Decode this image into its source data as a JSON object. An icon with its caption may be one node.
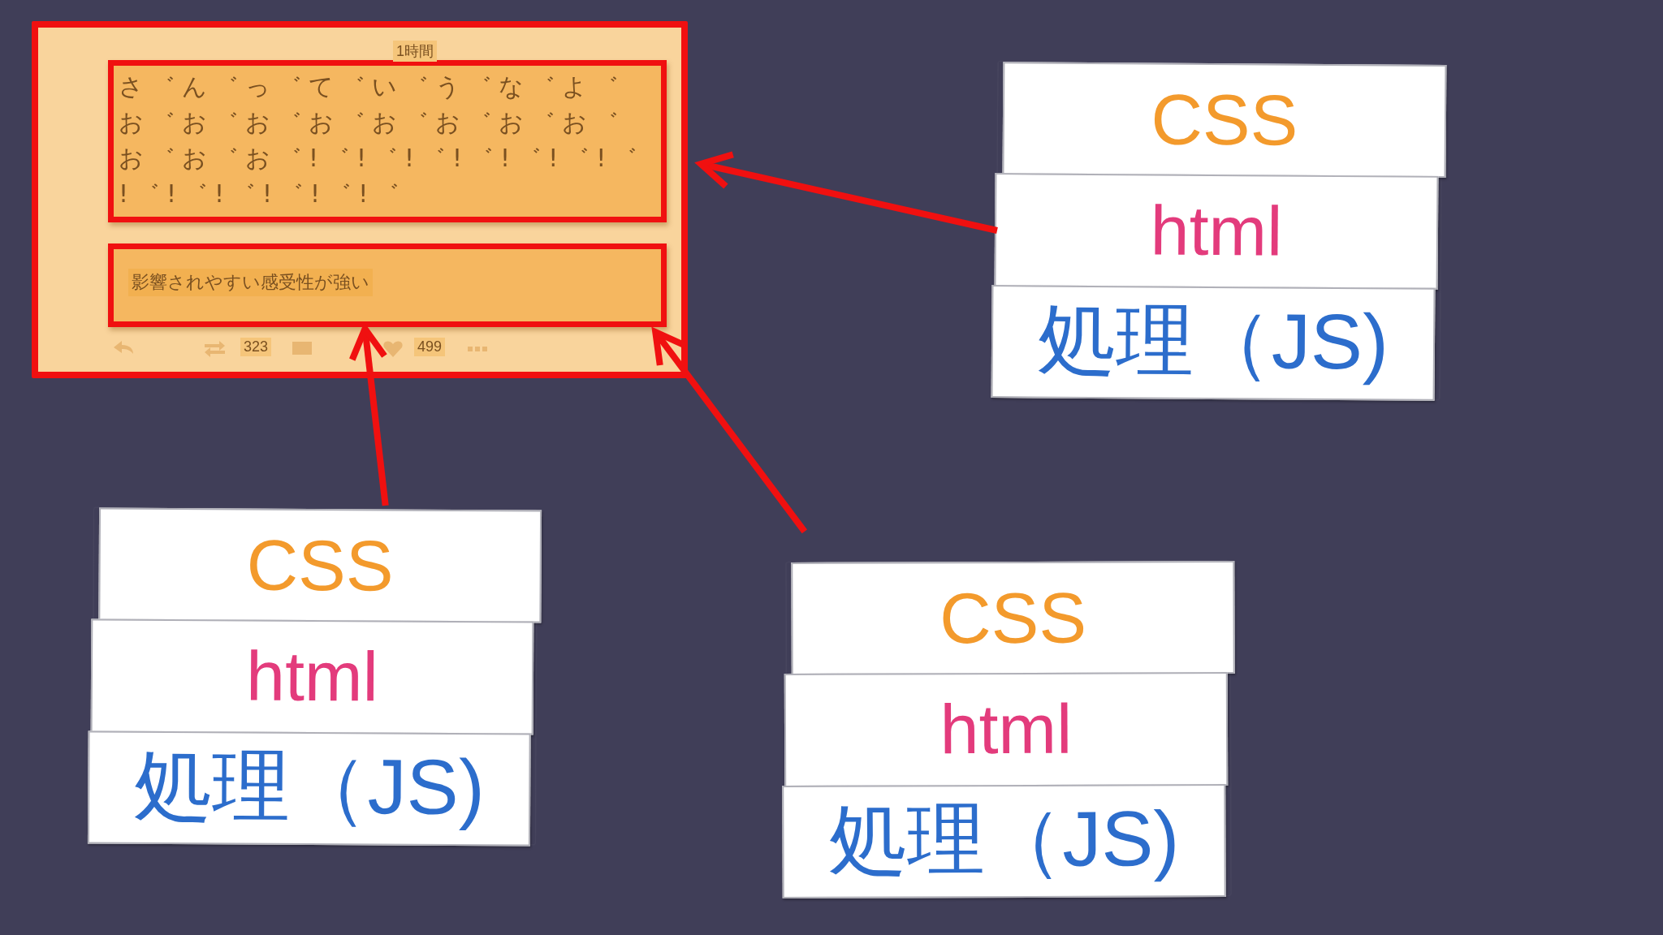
{
  "diagram": {
    "nodes": [
      {
        "text": [],
        "shape": "box"
      },
      {
        "text": [
          "さ゛ん゛っ゛て゛い゛う゛な゛よ゛お゛お゛お゛お゛お゛お゛お゛お゛お゛お゛お゛!゛!゛!゛!゛!゛!゛!゛!゛!゛!゛!゛!゛!゛"
        ],
        "in": 0
      },
      {
        "text": [
          "影響されやすい感受性が強い"
        ],
        "in": 0
      },
      {
        "text": [],
        "shape": "box"
      },
      {
        "text": [
          "CSS"
        ],
        "in": 3
      },
      {
        "text": [
          "html"
        ],
        "in": 3
      },
      {
        "text": [
          "処理（JS)"
        ],
        "in": 3
      },
      {
        "text": [],
        "shape": "box"
      },
      {
        "text": [
          "CSS"
        ],
        "in": 7
      },
      {
        "text": [
          "html"
        ],
        "in": 7
      },
      {
        "text": [
          "処理（JS)"
        ],
        "in": 7
      },
      {
        "text": [],
        "shape": "box"
      },
      {
        "text": [
          "CSS"
        ],
        "in": 11
      },
      {
        "text": [
          "html"
        ],
        "in": 11
      },
      {
        "text": [
          "処理（JS)"
        ],
        "in": 11
      }
    ],
    "edges": [
      {
        "from": 3,
        "to": 0,
        "arrow": "to"
      },
      {
        "from": 7,
        "to": 2,
        "arrow": "to"
      },
      {
        "from": 11,
        "to": 2,
        "arrow": "to"
      }
    ],
    "labels": [
      "1時間",
      "323",
      "499"
    ]
  }
}
